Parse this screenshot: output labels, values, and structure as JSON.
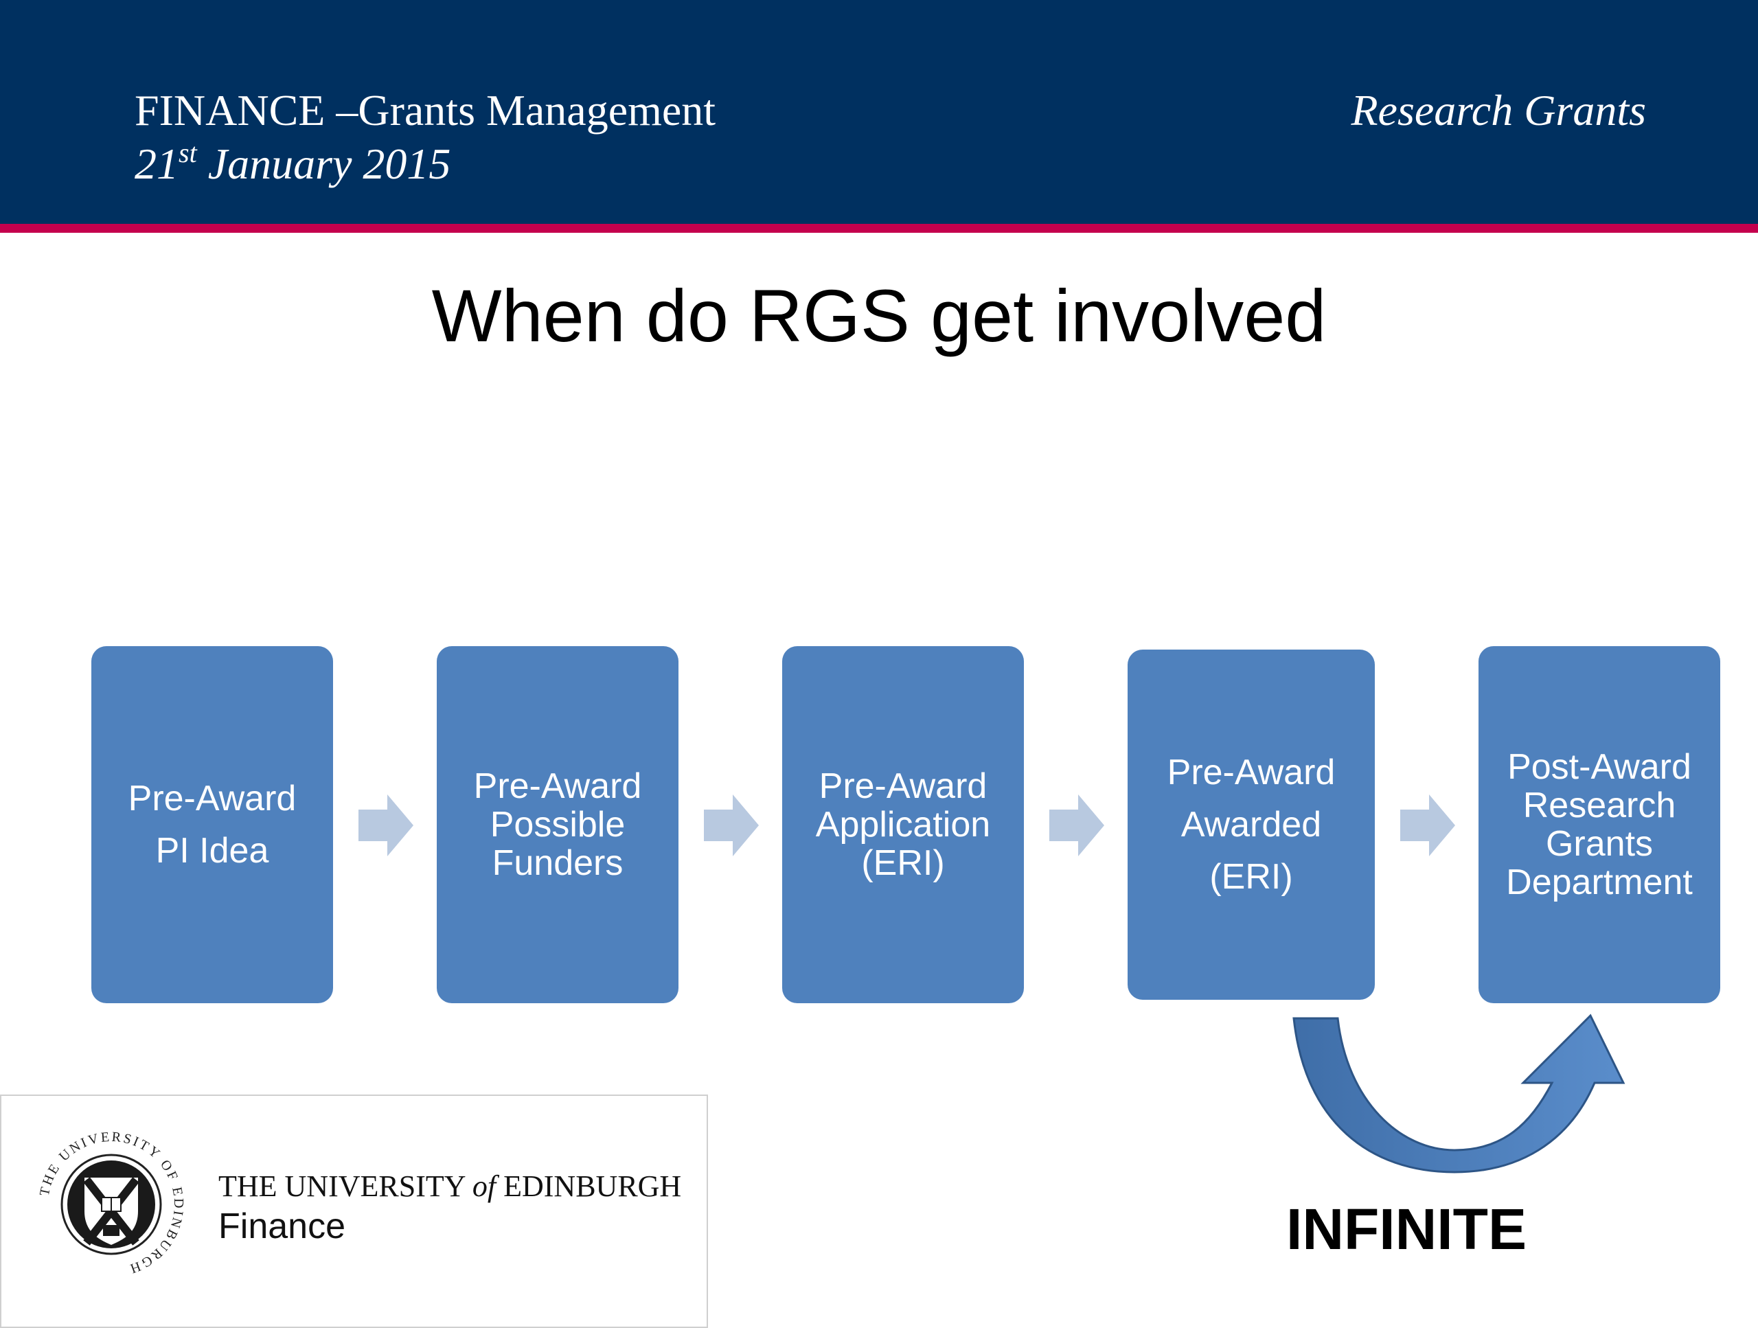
{
  "header": {
    "title": "FINANCE –Grants Management",
    "date_day": "21",
    "date_suffix": "st",
    "date_rest": " January 2015",
    "right_label": "Research Grants"
  },
  "slide_title": "When do RGS get involved",
  "steps": [
    {
      "lines": [
        "Pre-Award",
        "PI Idea"
      ]
    },
    {
      "lines": [
        "Pre-Award",
        "Possible",
        "Funders"
      ]
    },
    {
      "lines": [
        "Pre-Award",
        "Application",
        "(ERI)"
      ]
    },
    {
      "lines": [
        "Pre-Award",
        "Awarded",
        "(ERI)"
      ]
    },
    {
      "lines": [
        "Post-Award",
        "Research",
        "Grants",
        "Department"
      ]
    }
  ],
  "loop_label": "INFINITE",
  "logo": {
    "name_before": "THE UNIVERSITY ",
    "name_of": "of",
    "name_after": " EDINBURGH",
    "department": "Finance",
    "seal_text": "THE UNIVERSITY OF EDINBURGH"
  },
  "colors": {
    "header_band": "#003060",
    "header_rule": "#c4004d",
    "step_fill": "#4f81bd",
    "chevron": "#b8c9e0",
    "loop_arrow": "#4f81bd"
  }
}
